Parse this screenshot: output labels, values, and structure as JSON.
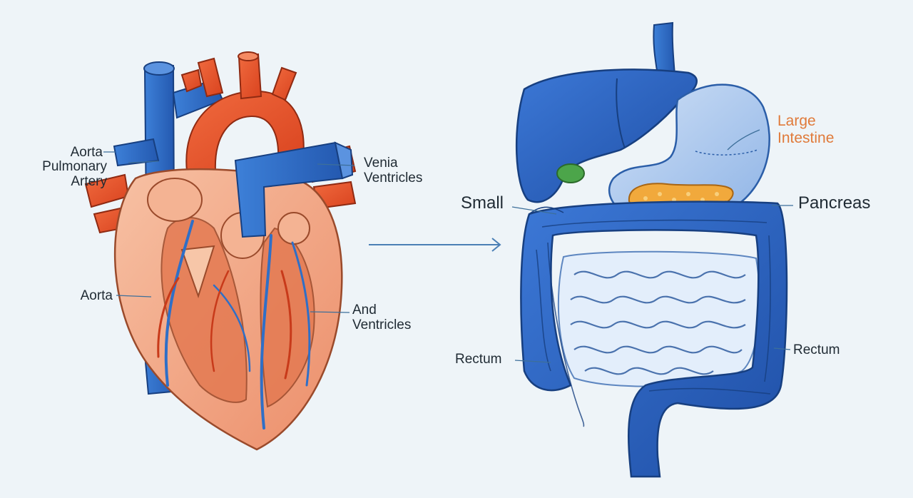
{
  "colors": {
    "background": "#eef4f8",
    "artery": "#e8572f",
    "vein": "#2f6fc7",
    "muscle": "#f2a88a",
    "organ_blue": "#2b63c4",
    "organ_light": "#a8c7ee",
    "pancreas": "#f1a93c",
    "gallbladder": "#4ca54a",
    "accent_label": "#e07a3a",
    "leader_line": "#3d6f9a"
  },
  "heart": {
    "labels": {
      "aorta_top": "Aorta",
      "pulmonary_1": "Pulmonary",
      "pulmonary_2": "Artery",
      "venia_1": "Venia",
      "venia_2": "Ventricles",
      "aorta_mid": "Aorta",
      "and_1": "And",
      "and_2": "Ventricles"
    }
  },
  "digestive": {
    "labels": {
      "large_1": "Large",
      "large_2": "Intestine",
      "small": "Small",
      "pancreas": "Pancreas",
      "rectum_left": "Rectum",
      "rectum_right": "Rectum"
    }
  },
  "connector": {
    "icon": "arrow-right-icon"
  }
}
